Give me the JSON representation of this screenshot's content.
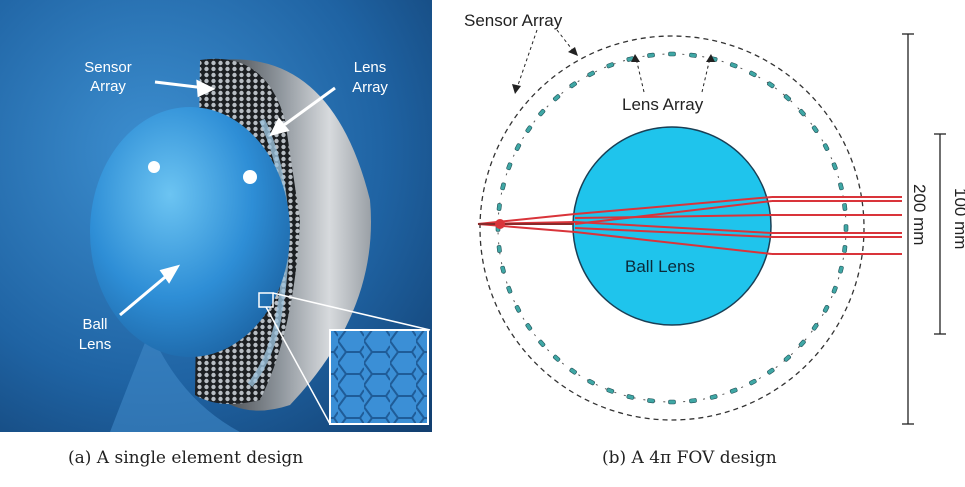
{
  "panel_a": {
    "labels": {
      "sensor_array": [
        "Sensor",
        "Array"
      ],
      "lens_array": [
        "Lens",
        "Array"
      ],
      "ball_lens": [
        "Ball",
        "Lens"
      ]
    }
  },
  "panel_b": {
    "labels": {
      "sensor_array": "Sensor Array",
      "lens_array": "Lens Array",
      "ball_lens": "Ball Lens",
      "dim_100": "100 mm",
      "dim_200": "200 mm"
    }
  },
  "captions": {
    "a": "(a) A single element design",
    "b": "(b) A 4π FOV design"
  },
  "colors": {
    "ball_lens_fill": "#1fc4ec",
    "ray_red": "#d9343a",
    "panel_a_bg": "#1e5f98"
  }
}
